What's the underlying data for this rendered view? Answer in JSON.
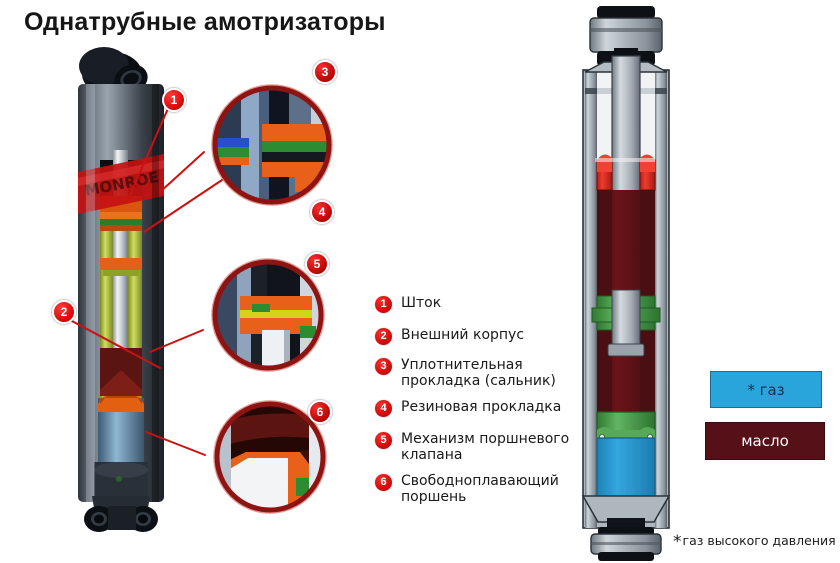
{
  "page": {
    "title": "Однатрубные амотризаторы",
    "background": "#ffffff"
  },
  "legend": {
    "items": [
      {
        "num": "1",
        "label": "Шток"
      },
      {
        "num": "2",
        "label": "Внешний корпус"
      },
      {
        "num": "3",
        "label": "Уплотнительная прокладка (сальник)"
      },
      {
        "num": "4",
        "label": "Резиновая прокладка"
      },
      {
        "num": "5",
        "label": "Механизм поршневого клапана"
      },
      {
        "num": "6",
        "label": "Свободноплавающий поршень"
      }
    ]
  },
  "key": {
    "gas": {
      "label": "* газ",
      "color": "#2aa5db",
      "text_color": "#0d2f52"
    },
    "oil": {
      "label": "масло",
      "color": "#551018",
      "text_color": "#ffffff"
    },
    "footnote_asterisk": "*",
    "footnote": "газ высокого давления"
  },
  "photo": {
    "callouts": [
      {
        "num": "1"
      },
      {
        "num": "2"
      }
    ]
  },
  "detail_circles": [
    {
      "callouts": [
        "3",
        "4"
      ]
    },
    {
      "callouts": [
        "5"
      ]
    },
    {
      "callouts": [
        "6"
      ]
    }
  ],
  "colors": {
    "badge_red": "#d80d0d",
    "leader_red": "#cc1111",
    "ring_red": "#8e1313",
    "gas_blue": "#2aa5db",
    "oil_maroon": "#551018",
    "valve_green": "#3c9a3c",
    "seal_orange": "#ef6a16",
    "body_steel": "#b9c0c6",
    "bushing_black": "#14161c",
    "title_black": "#161616"
  }
}
